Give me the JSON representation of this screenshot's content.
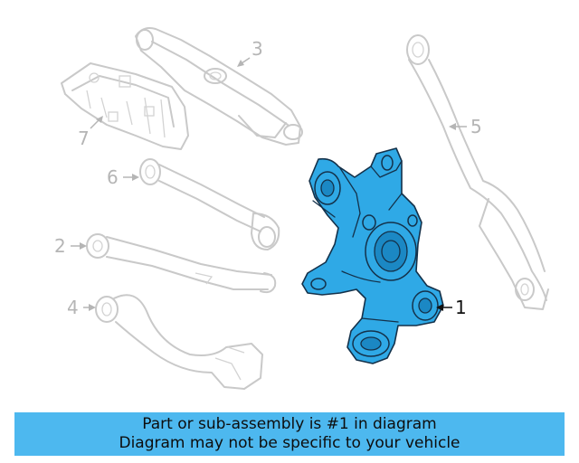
{
  "diagram": {
    "callouts": [
      {
        "number": "1",
        "highlighted": true
      },
      {
        "number": "2"
      },
      {
        "number": "3"
      },
      {
        "number": "4"
      },
      {
        "number": "5"
      },
      {
        "number": "6"
      },
      {
        "number": "7"
      }
    ],
    "highlight_color": "#2fa9e6",
    "ghost_color": "#c9c9c9"
  },
  "banner": {
    "line1": "Part or sub-assembly is #1 in diagram",
    "line2": "Diagram may not be specific to your vehicle",
    "background": "#4db8ef"
  }
}
